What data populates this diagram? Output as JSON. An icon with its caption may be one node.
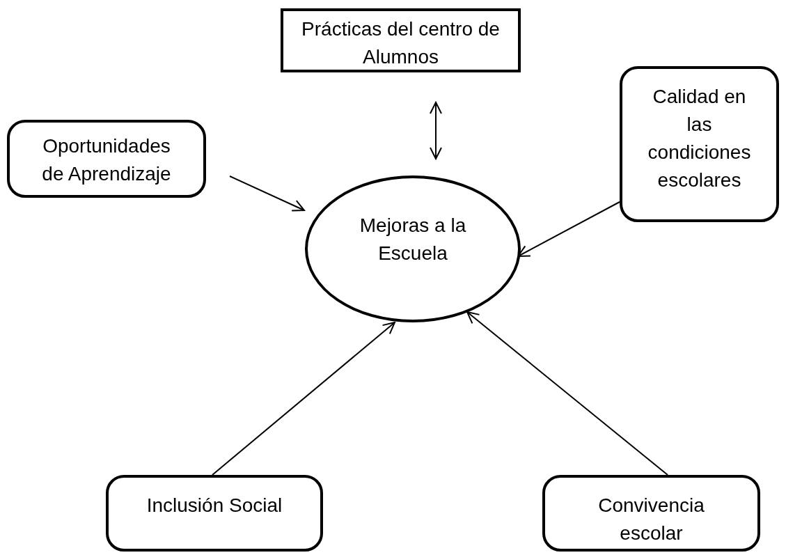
{
  "diagram": {
    "nodes": [
      {
        "text": [
          "Prácticas del centro de Alumnos"
        ]
      },
      {
        "text": [
          "Oportunidades de Aprendizaje"
        ]
      },
      {
        "text": [
          "Calidad en las condiciones escolares"
        ]
      },
      {
        "text": [
          "Mejoras a la Escuela"
        ]
      },
      {
        "text": [
          "Inclusión Social"
        ]
      },
      {
        "text": [
          "Convivencia escolar"
        ]
      }
    ],
    "edges": [
      {
        "from": 0,
        "to": 3,
        "arrow": "both"
      },
      {
        "from": 1,
        "to": 3,
        "arrow": "to"
      },
      {
        "from": 2,
        "to": 3,
        "arrow": "to"
      },
      {
        "from": 4,
        "to": 3,
        "arrow": "to"
      },
      {
        "from": 5,
        "to": 3,
        "arrow": "to"
      }
    ]
  }
}
